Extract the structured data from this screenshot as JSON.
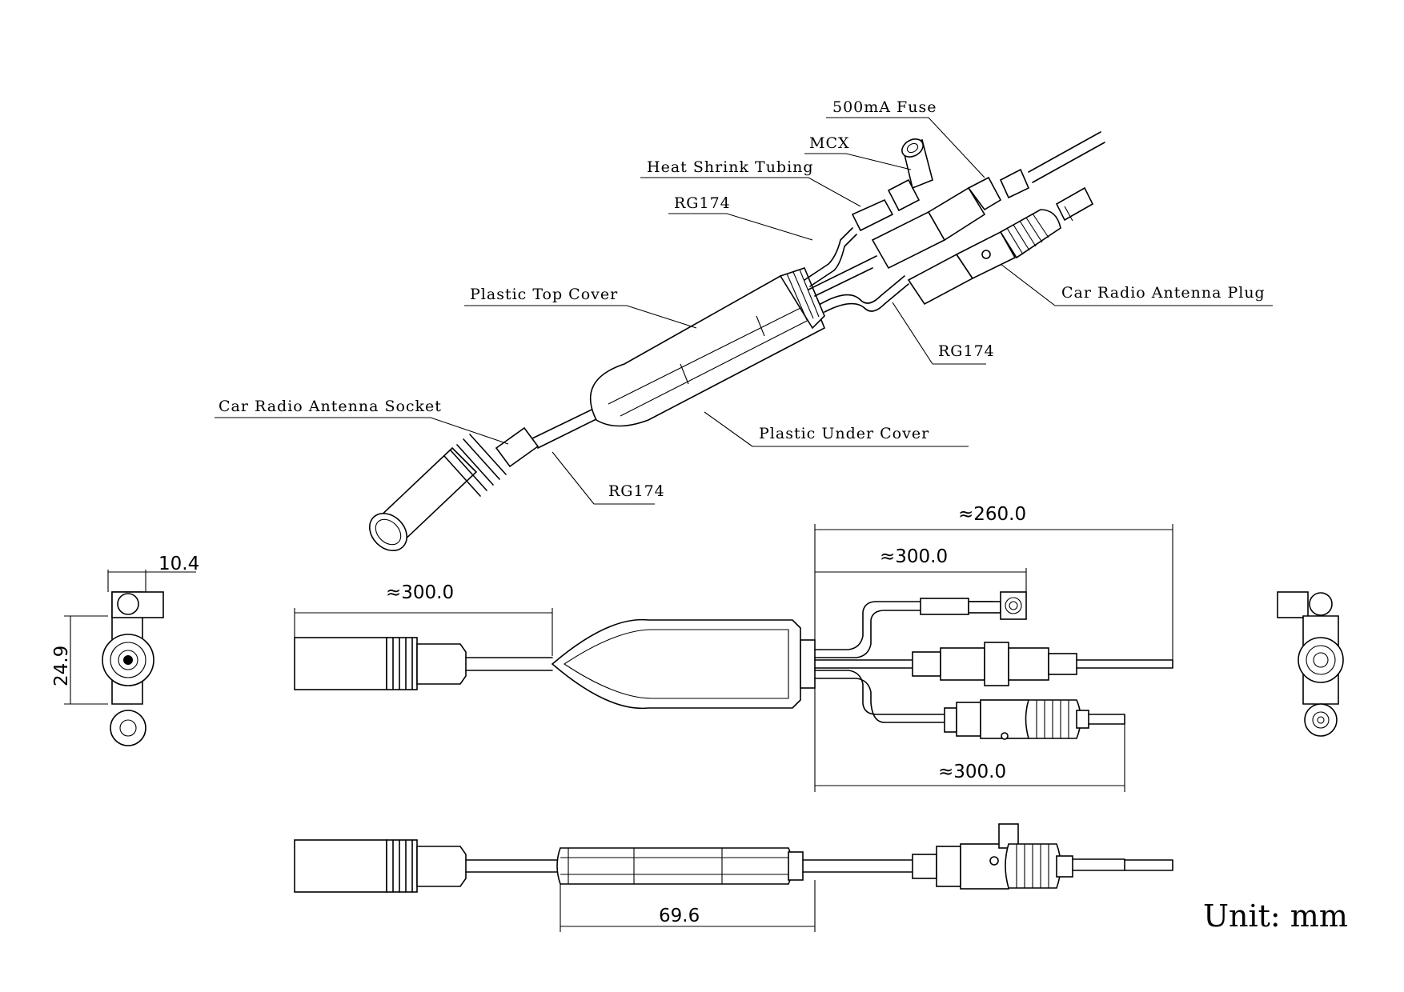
{
  "labels": {
    "fuse": "500mA Fuse",
    "mcx": "MCX",
    "heat_shrink": "Heat Shrink Tubing",
    "rg174_top": "RG174",
    "top_cover": "Plastic Top Cover",
    "antenna_plug": "Car Radio Antenna Plug",
    "rg174_right": "RG174",
    "antenna_socket": "Car Radio Antenna Socket",
    "under_cover": "Plastic Under Cover",
    "rg174_bottom": "RG174"
  },
  "dimensions": {
    "end_width": "10.4",
    "end_height": "24.9",
    "socket_cable": "≈300.0",
    "fuse_cable": "≈260.0",
    "mcx_cable": "≈300.0",
    "plug_cable": "≈300.0",
    "body_length": "69.6"
  },
  "unit": "Unit: mm"
}
